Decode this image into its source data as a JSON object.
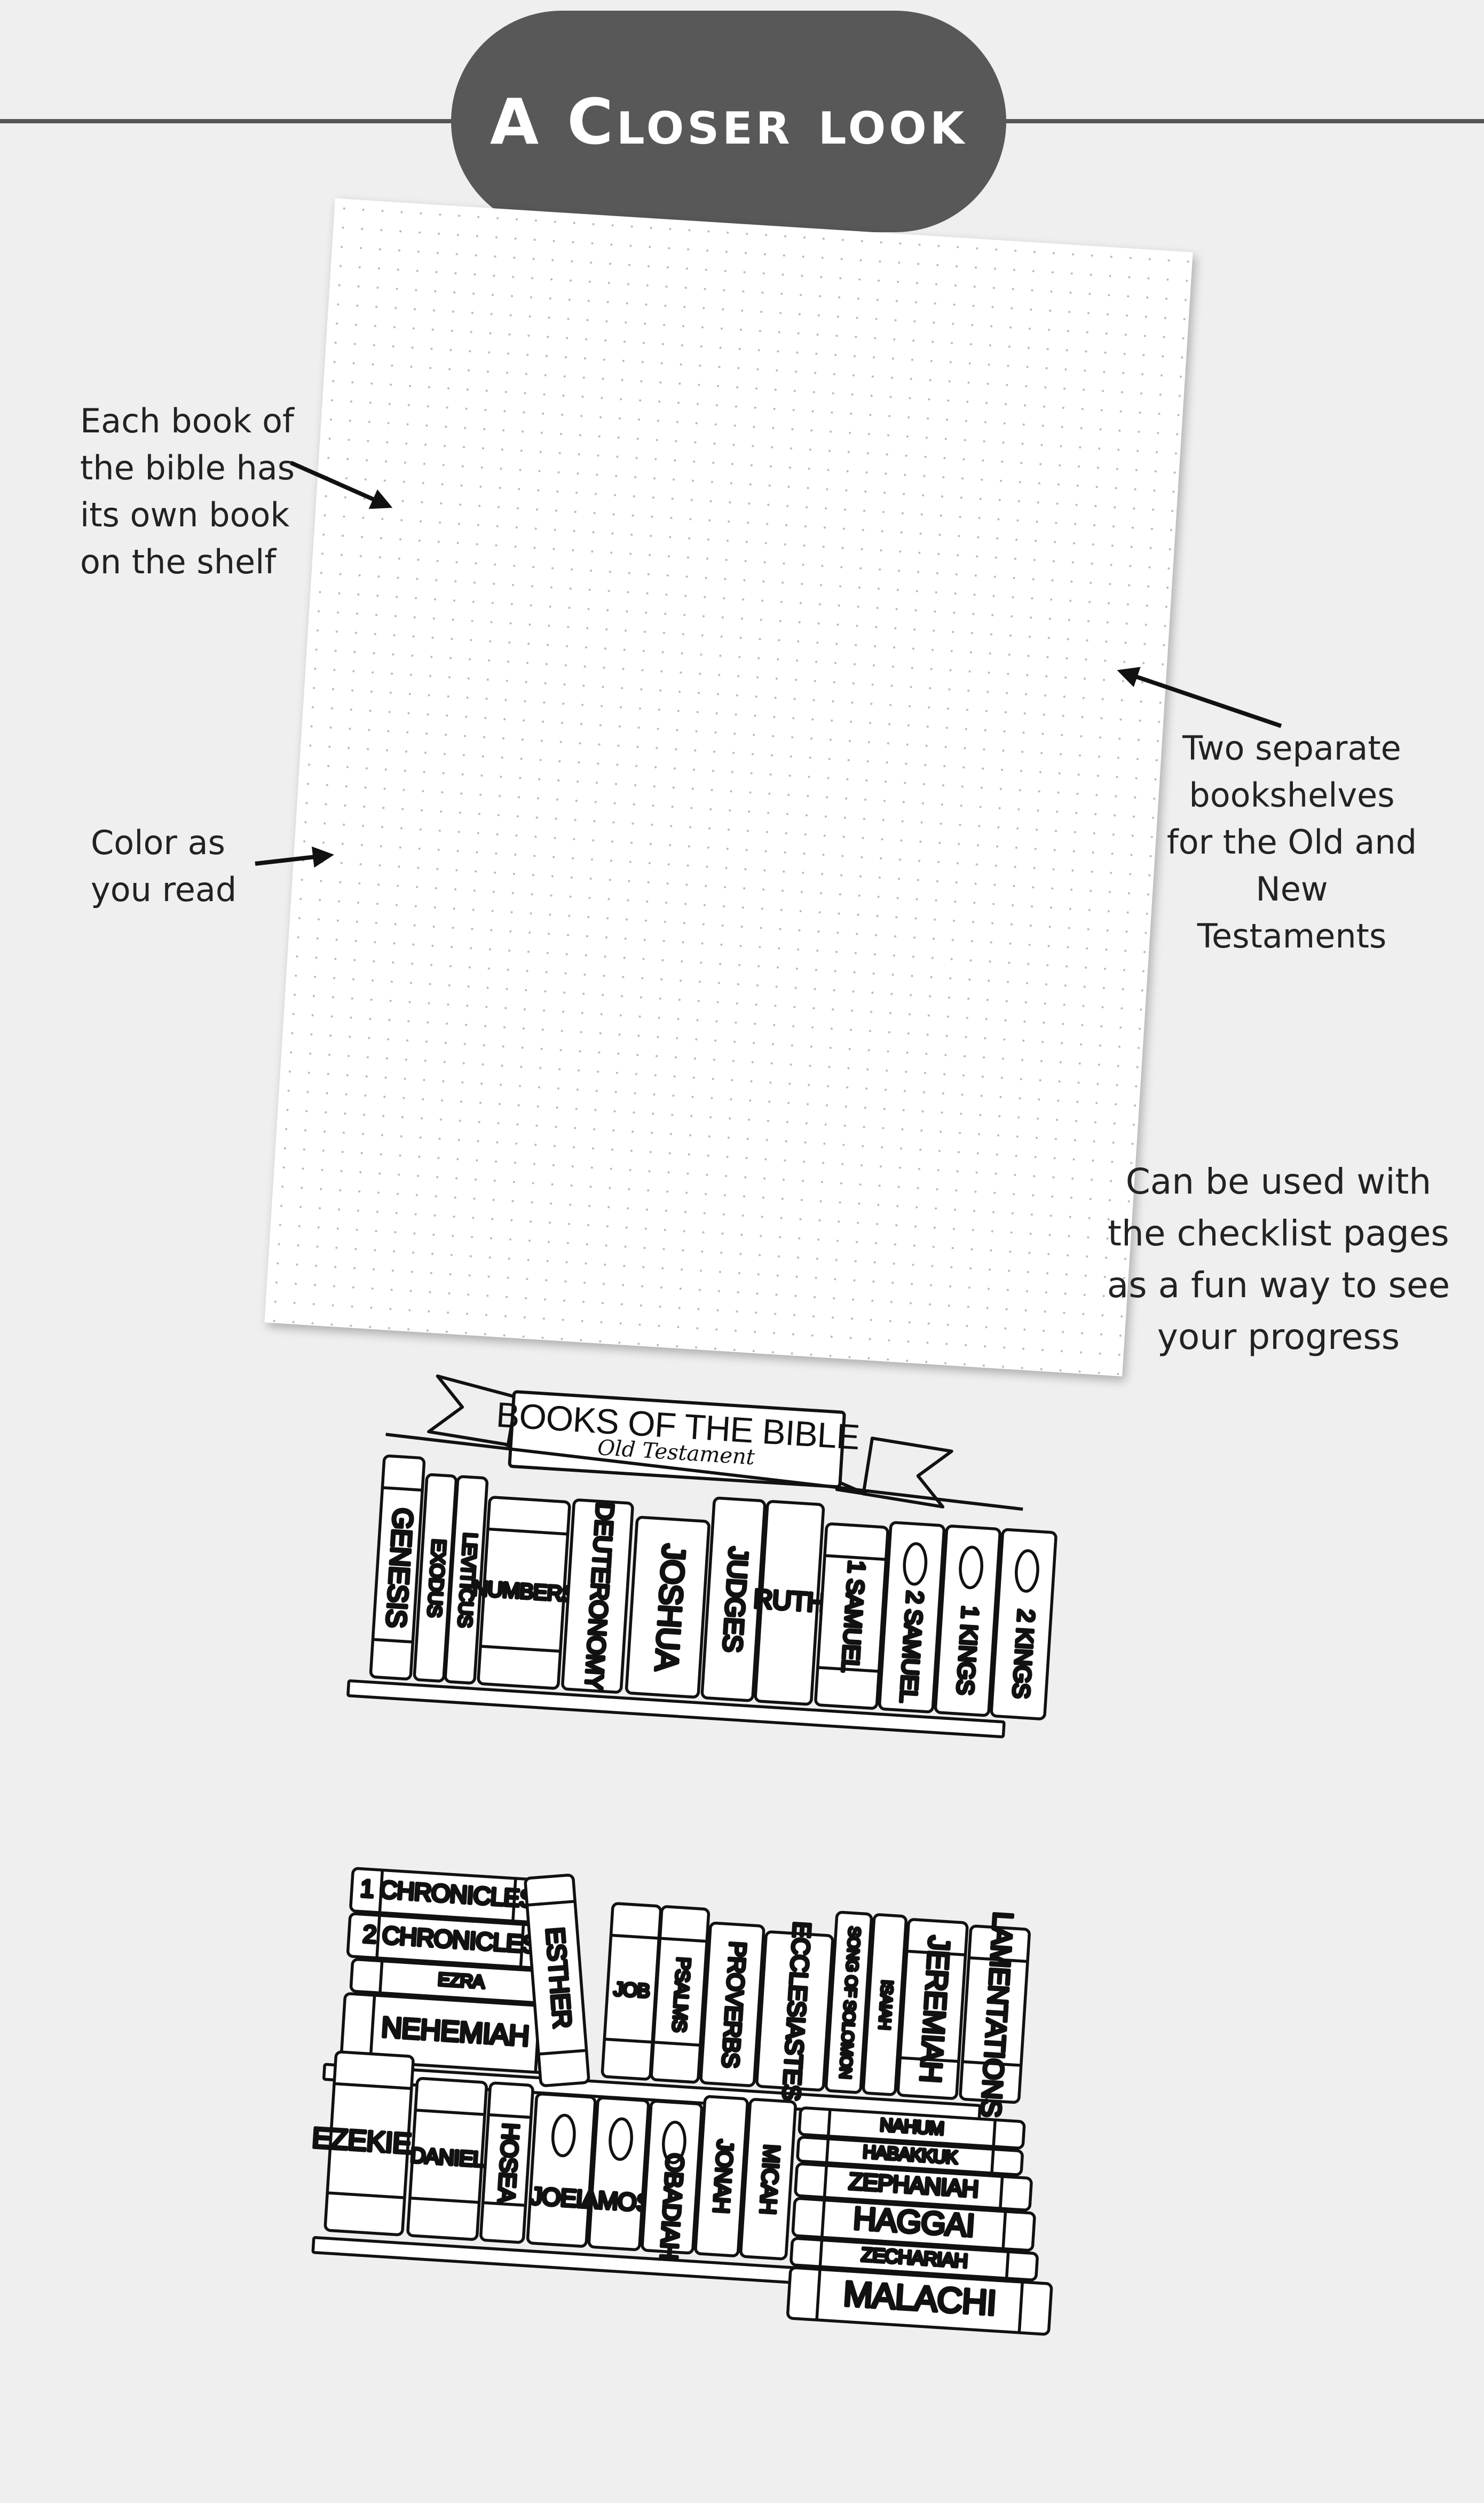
{
  "header": {
    "title": "A Closer look"
  },
  "sheet": {
    "banner_title": "BOOKS OF THE BIBLE",
    "banner_subtitle": "Old Testament"
  },
  "annotations": {
    "each_book": "Each book of\nthe bible has\nits own book\non the shelf",
    "color": "Color as\nyou read",
    "two_shelves": "Two separate\nbookshelves\nfor the Old and\nNew Testaments",
    "checklist": "Can be used with\nthe checklist pages\nas a fun way to see\nyour progress"
  },
  "shelves": [
    {
      "books": [
        {
          "label": "GENESIS",
          "orientation": "vertical"
        },
        {
          "label": "EXODUS",
          "orientation": "vertical"
        },
        {
          "label": "LEVITICUS",
          "orientation": "vertical"
        },
        {
          "label": "NUMBERS",
          "orientation": "horizontal"
        },
        {
          "label": "DEUTERONOMY",
          "orientation": "vertical"
        },
        {
          "label": "JOSHUA",
          "orientation": "vertical"
        },
        {
          "label": "JUDGES",
          "orientation": "vertical"
        },
        {
          "label": "RUTH",
          "orientation": "horizontal"
        },
        {
          "label": "1 SAMUEL",
          "orientation": "vertical"
        },
        {
          "label": "2 SAMUEL",
          "orientation": "vertical"
        },
        {
          "label": "1 KINGS",
          "orientation": "vertical"
        },
        {
          "label": "2 KINGS",
          "orientation": "vertical"
        }
      ]
    },
    {
      "books": [
        {
          "label": "1 CHRONICLES",
          "orientation": "horizontal"
        },
        {
          "label": "2 CHRONICLES",
          "orientation": "horizontal"
        },
        {
          "label": "EZRA",
          "orientation": "horizontal"
        },
        {
          "label": "NEHEMIAH",
          "orientation": "horizontal"
        },
        {
          "label": "ESTHER",
          "orientation": "vertical"
        },
        {
          "label": "JOB",
          "orientation": "horizontal"
        },
        {
          "label": "PSALMS",
          "orientation": "vertical"
        },
        {
          "label": "PROVERBS",
          "orientation": "vertical"
        },
        {
          "label": "ECCLESIASTES",
          "orientation": "vertical"
        },
        {
          "label": "SONG OF SOLOMON",
          "orientation": "vertical"
        },
        {
          "label": "ISAIAH",
          "orientation": "vertical"
        },
        {
          "label": "JEREMIAH",
          "orientation": "vertical"
        },
        {
          "label": "LAMENTATIONS",
          "orientation": "vertical"
        }
      ]
    },
    {
      "books": [
        {
          "label": "EZEKIEL",
          "orientation": "horizontal"
        },
        {
          "label": "DANIEL",
          "orientation": "horizontal"
        },
        {
          "label": "HOSEA",
          "orientation": "vertical"
        },
        {
          "label": "JOEL",
          "orientation": "horizontal"
        },
        {
          "label": "AMOS",
          "orientation": "horizontal"
        },
        {
          "label": "OBADIAH",
          "orientation": "vertical"
        },
        {
          "label": "JONAH",
          "orientation": "vertical"
        },
        {
          "label": "MICAH",
          "orientation": "vertical"
        },
        {
          "label": "NAHUM",
          "orientation": "horizontal"
        },
        {
          "label": "HABAKKUK",
          "orientation": "horizontal"
        },
        {
          "label": "ZEPHANIAH",
          "orientation": "horizontal"
        },
        {
          "label": "HAGGAI",
          "orientation": "horizontal"
        },
        {
          "label": "ZECHARIAH",
          "orientation": "horizontal"
        },
        {
          "label": "MALACHI",
          "orientation": "horizontal"
        }
      ]
    }
  ]
}
